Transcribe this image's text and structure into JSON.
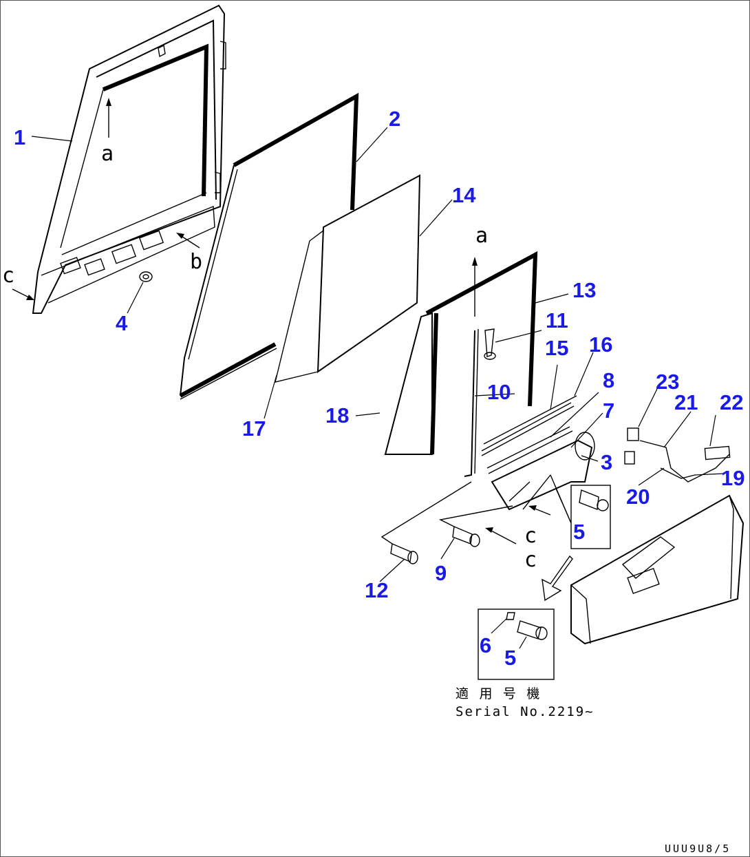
{
  "callouts": [
    {
      "id": "1",
      "label": "1"
    },
    {
      "id": "2",
      "label": "2"
    },
    {
      "id": "3",
      "label": "3"
    },
    {
      "id": "4",
      "label": "4"
    },
    {
      "id": "5a",
      "label": "5"
    },
    {
      "id": "5b",
      "label": "5"
    },
    {
      "id": "6",
      "label": "6"
    },
    {
      "id": "7",
      "label": "7"
    },
    {
      "id": "8",
      "label": "8"
    },
    {
      "id": "9",
      "label": "9"
    },
    {
      "id": "10",
      "label": "10"
    },
    {
      "id": "11",
      "label": "11"
    },
    {
      "id": "12",
      "label": "12"
    },
    {
      "id": "13",
      "label": "13"
    },
    {
      "id": "14",
      "label": "14"
    },
    {
      "id": "15",
      "label": "15"
    },
    {
      "id": "16",
      "label": "16"
    },
    {
      "id": "17",
      "label": "17"
    },
    {
      "id": "18",
      "label": "18"
    },
    {
      "id": "19",
      "label": "19"
    },
    {
      "id": "20",
      "label": "20"
    },
    {
      "id": "21",
      "label": "21"
    },
    {
      "id": "22",
      "label": "22"
    },
    {
      "id": "23",
      "label": "23"
    }
  ],
  "references": {
    "a_top": "a",
    "a_right": "a",
    "b": "b",
    "c_left": "c",
    "c_lower1": "c",
    "c_lower2": "c"
  },
  "note": {
    "line1": "適 用 号 機",
    "line2": "Serial No.2219~"
  },
  "drawing_code": "UUU9U8/5",
  "colors": {
    "callout": "#1a1ae6",
    "line": "#000000"
  }
}
